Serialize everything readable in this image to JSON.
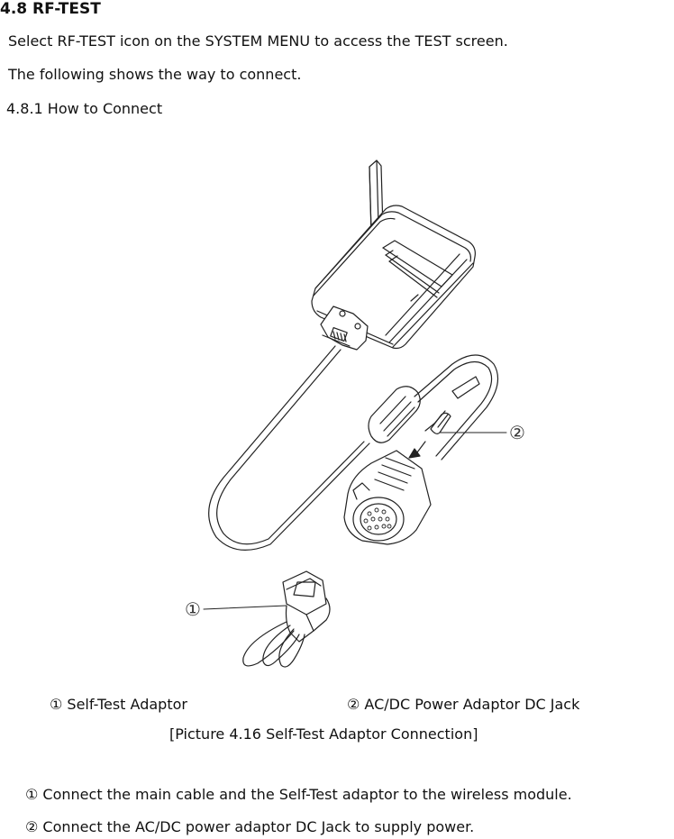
{
  "section": {
    "heading": "4.8 RF-TEST",
    "intro_lines": [
      "Select RF-TEST icon on the SYSTEM MENU to access the TEST screen.",
      "The following shows the way to connect."
    ],
    "subheading": "4.8.1 How to Connect"
  },
  "figure": {
    "callouts": [
      "①",
      "②"
    ],
    "legend": [
      "① Self-Test Adaptor",
      "② AC/DC Power Adaptor DC Jack"
    ],
    "caption": "[Picture 4.16 Self-Test Adaptor Connection]"
  },
  "steps": [
    "① Connect the main cable and the Self-Test adaptor to the wireless module.",
    "② Connect the AC/DC power adaptor DC Jack to supply power."
  ]
}
